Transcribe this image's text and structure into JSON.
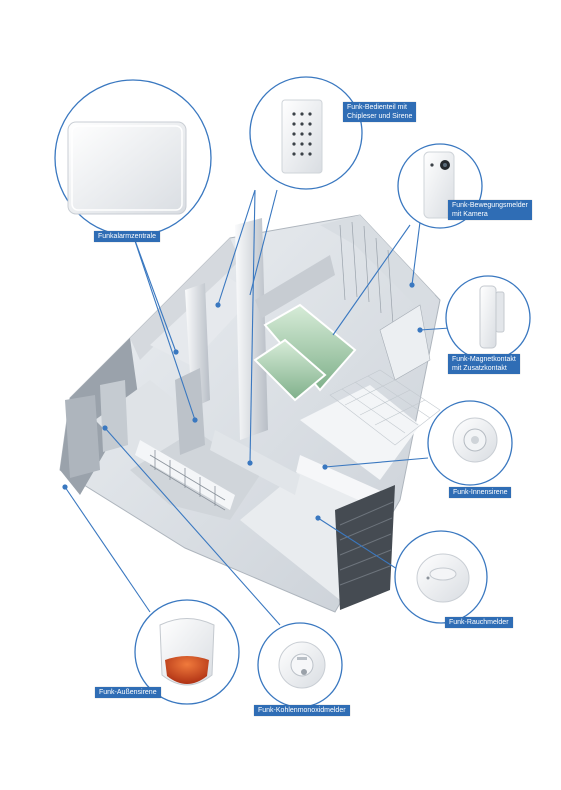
{
  "labels": {
    "control_panel": "Funkalarmzentrale",
    "keypad_line1": "Funk-Bedienteil mit",
    "keypad_line2": "Chipleser und Sirene",
    "motion_line1": "Funk-Bewegungsmelder",
    "motion_line2": "mit Kamera",
    "magnet_line1": "Funk-Magnetkontakt",
    "magnet_line2": "mit Zusatzkontakt",
    "indoor_siren": "Funk-Innensirene",
    "smoke_detector": "Funk-Rauchmelder",
    "outdoor_siren": "Funk-Außensirene",
    "co_detector": "Funk-Kohlenmonoxidmelder"
  },
  "colors": {
    "accent": "#2f6db5",
    "line": "#3a78c0",
    "siren_red": "#d9461b"
  }
}
